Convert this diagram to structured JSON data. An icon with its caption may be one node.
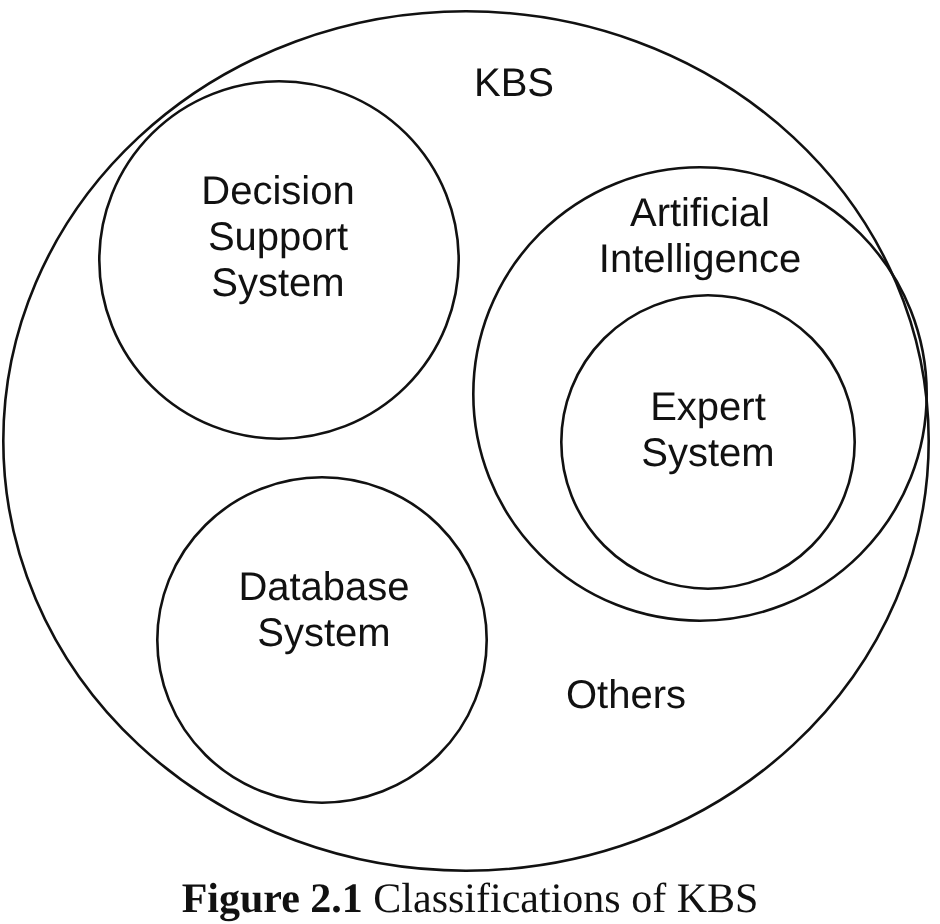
{
  "diagram": {
    "caption": "**Figure 2.1** Classifications of KBS",
    "nodes": [
      {
        "text": [
          "KBS",
          "Others"
        ]
      },
      {
        "text": [
          "Decision Support System"
        ],
        "in": 0
      },
      {
        "text": [
          "Artificial Intelligence"
        ],
        "in": 0
      },
      {
        "text": [
          "Expert System"
        ],
        "in": 2
      },
      {
        "text": [
          "Database System"
        ],
        "in": 0
      }
    ]
  }
}
